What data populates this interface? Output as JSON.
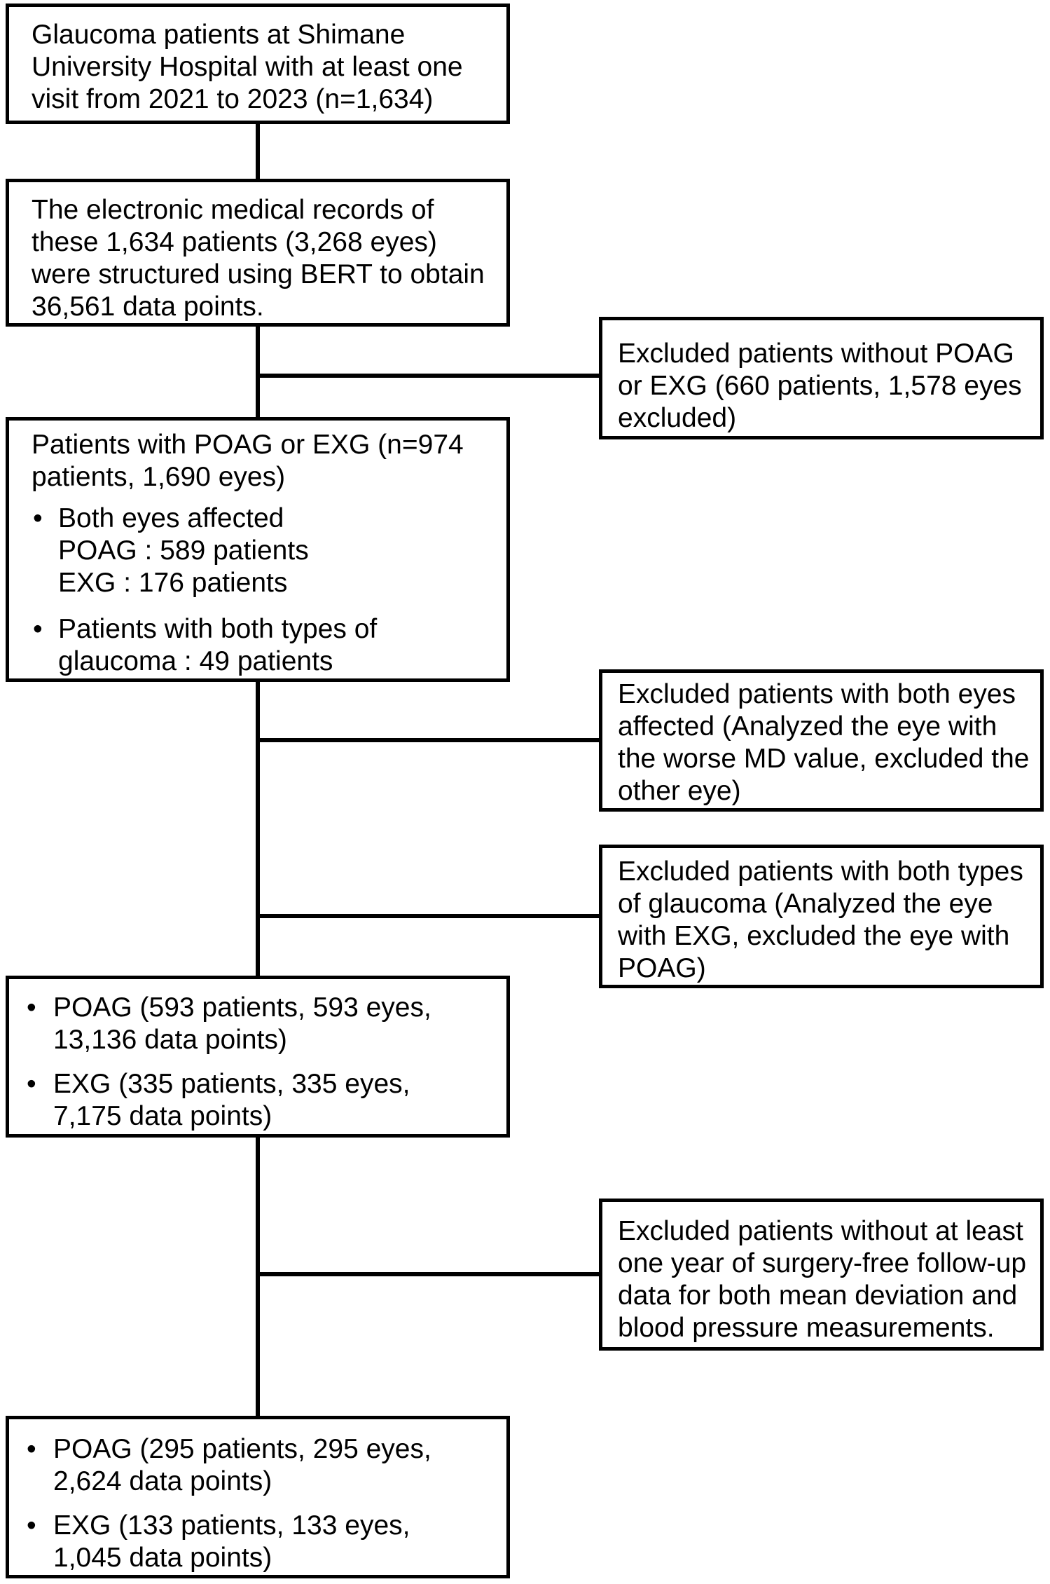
{
  "diagram": {
    "bullet_char": "•",
    "colors": {
      "background": "#ffffff",
      "line": "#000000",
      "text": "#000000"
    },
    "main_flow": [
      {
        "label": "initial-cohort",
        "lines": [
          "Glaucoma patients at Shimane",
          "University Hospital with at least one",
          "visit from 2021 to 2023 (n=1,634)"
        ]
      },
      {
        "label": "bert-structuring",
        "lines": [
          "The electronic medical records of",
          "these 1,634 patients (3,268 eyes)",
          "were structured using BERT to obtain",
          "36,561 data points."
        ]
      },
      {
        "label": "poag-exg-cohort",
        "heading_lines": [
          "Patients with POAG or EXG (n=974",
          "patients, 1,690 eyes)"
        ],
        "bullets": [
          {
            "lines": [
              "Both eyes affected",
              "POAG : 589 patients",
              "EXG : 176 patients"
            ]
          },
          {
            "lines": [
              "Patients with both types of",
              "glaucoma : 49 patients"
            ]
          }
        ]
      },
      {
        "label": "eligible-eyes",
        "bullets": [
          {
            "lines": [
              "POAG (593 patients, 593 eyes,",
              "13,136 data points)"
            ]
          },
          {
            "lines": [
              "EXG (335 patients, 335 eyes,",
              "7,175 data points)"
            ]
          }
        ]
      },
      {
        "label": "final-cohort",
        "bullets": [
          {
            "lines": [
              "POAG (295 patients, 295 eyes,",
              "2,624 data points)"
            ]
          },
          {
            "lines": [
              "EXG (133 patients, 133 eyes,",
              "1,045 data points)"
            ]
          }
        ]
      }
    ],
    "exclusions": [
      {
        "label": "excluded-non-poag-exg",
        "lines": [
          "Excluded patients without POAG",
          "or EXG (660 patients, 1,578 eyes",
          "excluded)"
        ]
      },
      {
        "label": "excluded-both-eyes-affected",
        "lines": [
          "Excluded patients with both eyes",
          "affected (Analyzed the eye with",
          "the worse MD value, excluded the",
          "other eye)"
        ]
      },
      {
        "label": "excluded-both-glaucoma-types",
        "lines": [
          "Excluded patients with both types",
          "of glaucoma (Analyzed the eye",
          "with EXG, excluded the eye with",
          "POAG)"
        ]
      },
      {
        "label": "excluded-insufficient-followup",
        "lines": [
          "Excluded patients without at least",
          "one year of surgery-free follow-up",
          "data for both mean deviation and",
          "blood pressure measurements."
        ]
      }
    ]
  }
}
